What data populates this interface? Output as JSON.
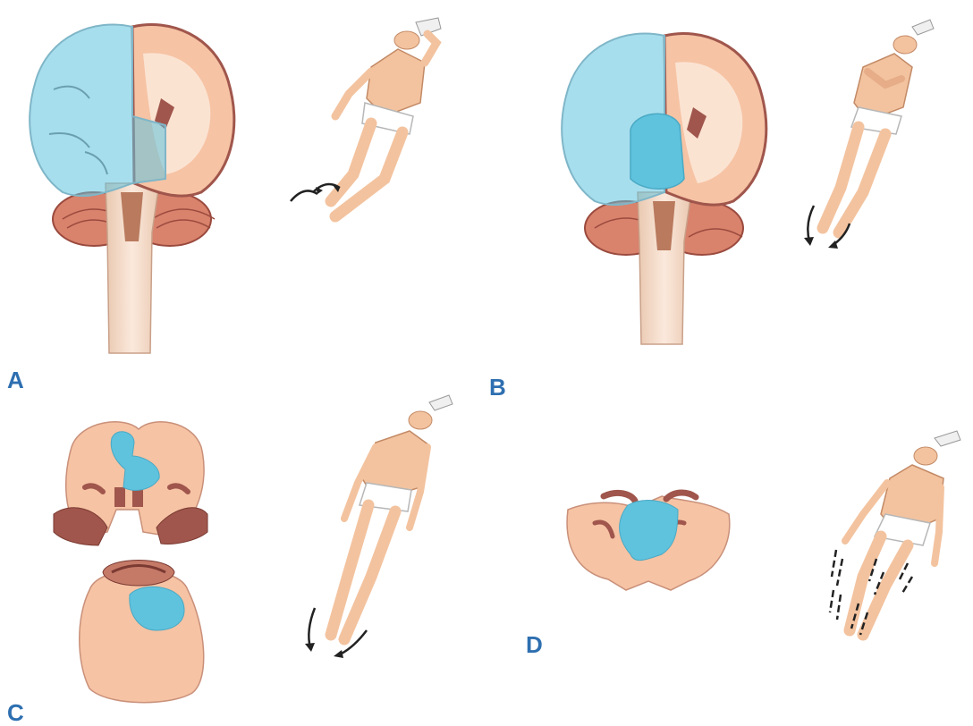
{
  "panels": [
    {
      "id": "A",
      "label": "A",
      "view": "coronal-brain-section",
      "lesion": "cortical-hemisphere"
    },
    {
      "id": "B",
      "label": "B",
      "view": "coronal-brain-section",
      "lesion": "hemisphere-and-diencephalon"
    },
    {
      "id": "C",
      "label": "C",
      "view": "midbrain-and-pons-sections",
      "lesion": "midbrain-and-pons"
    },
    {
      "id": "D",
      "label": "D",
      "view": "medulla-section",
      "lesion": "medulla"
    }
  ],
  "colors": {
    "label": "#2e6fb0",
    "lesion": "#5fc3de",
    "tissue": "#f6c3a4",
    "tissue_dark": "#a0564c",
    "skin": "#f3c39f",
    "arrow": "#222222"
  },
  "icons": [
    "brain-section-icon",
    "patient-figure-icon",
    "motion-arrow-icon"
  ]
}
